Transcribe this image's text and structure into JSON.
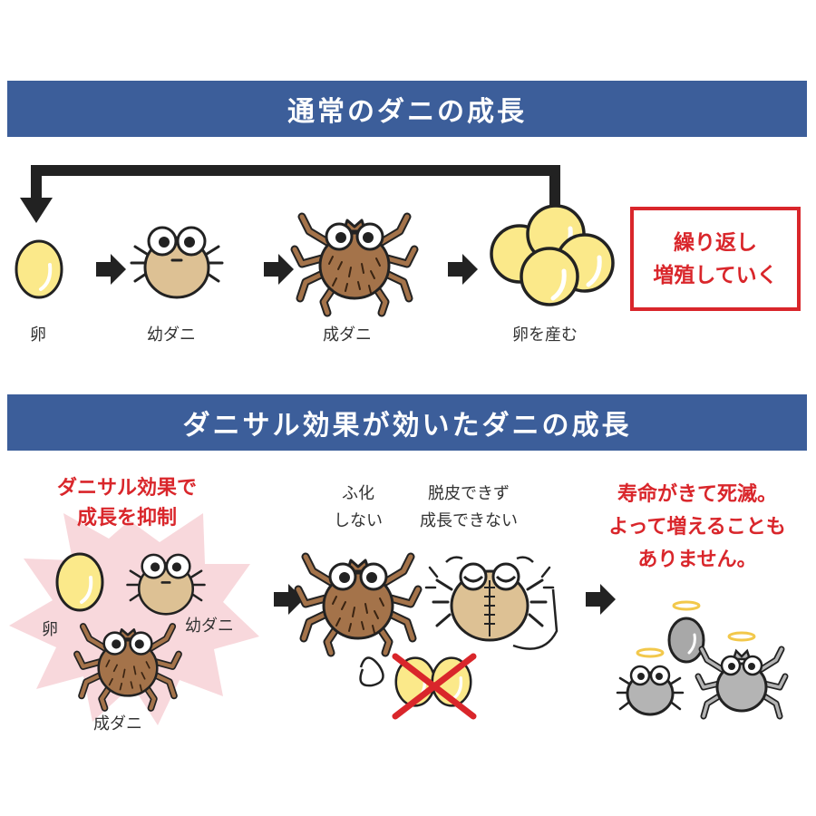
{
  "sections": [
    {
      "title": "通常のダニの成長"
    },
    {
      "title": "ダニサル効果が効いたダニの成長"
    }
  ],
  "normal": {
    "egg_label": "卵",
    "larva_label": "幼ダニ",
    "adult_label": "成ダニ",
    "lay_label": "卵を産む",
    "repeat_line1": "繰り返し",
    "repeat_line2": "増殖していく"
  },
  "effect": {
    "suppress_line1": "ダニサル効果で",
    "suppress_line2": "成長を抑制",
    "egg_label": "卵",
    "larva_label": "幼ダニ",
    "adult_label": "成ダニ",
    "hatch_line1": "ふ化",
    "hatch_line2": "しない",
    "molt_line1": "脱皮できず",
    "molt_line2": "成長できない",
    "result_line1": "寿命がきて死滅。",
    "result_line2": "よって増えることも",
    "result_line3": "ありません。"
  },
  "colors": {
    "banner": "#3c5e9a",
    "warning_red": "#d9262b",
    "egg_yellow": "#fbe98a",
    "larva_tan": "#ddc194",
    "adult_brown": "#a4734a",
    "burst_pink": "#f8d8dc",
    "dead_gray": "#b4b4b4"
  }
}
